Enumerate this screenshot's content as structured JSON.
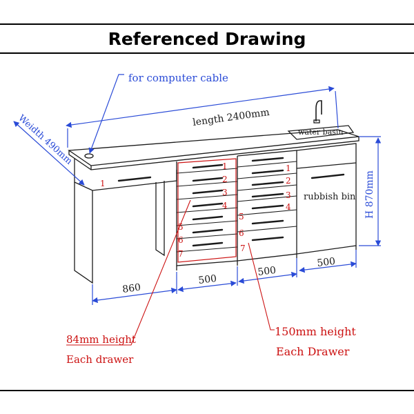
{
  "title": "Referenced Drawing",
  "labels": {
    "computer_cable": "for computer  cable",
    "length": "length 2400mm",
    "width": "Weidth 490mm",
    "water_basin": "water basin",
    "rubbish_bin": "rubbish bin",
    "height": "H 870mm",
    "dim_860": "860",
    "dim_500_a": "500",
    "dim_500_b": "500",
    "dim_500_c": "500",
    "note_84_line1": "84mm height",
    "note_84_line2": "Each drawer",
    "note_150_line1": "150mm height",
    "note_150_line2": "Each Drawer"
  },
  "drawer_numbers_left": [
    "1",
    "2",
    "3",
    "4",
    "5",
    "6",
    "7"
  ],
  "drawer_numbers_right": [
    "1",
    "2",
    "3",
    "4",
    "5",
    "6",
    "7"
  ],
  "desk_drawer_number": "1",
  "colors": {
    "line": "#1a1a1a",
    "accent_blue": "#2a4bd7",
    "accent_red": "#cc1111"
  }
}
